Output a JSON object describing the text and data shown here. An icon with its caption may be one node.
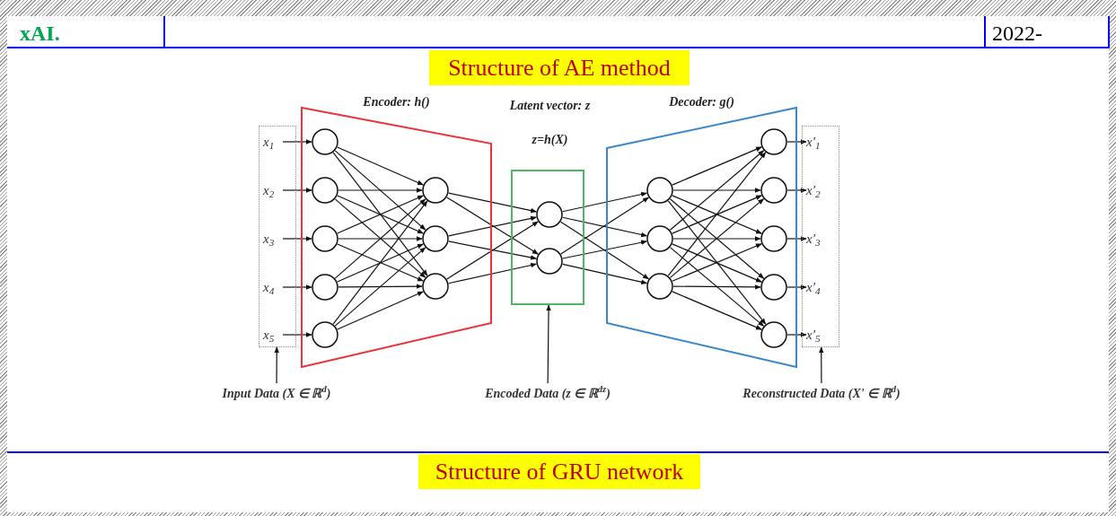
{
  "diagram": {
    "nodes": [
      {
        "text": [],
        "shape": "box"
      },
      {
        "text": [
          "x$_{1}$"
        ],
        "in": 0
      },
      {
        "text": [
          "x$_{2}$"
        ],
        "in": 0
      },
      {
        "text": [
          "x$_{3}$"
        ],
        "in": 0
      },
      {
        "text": [
          "x$_{4}$"
        ],
        "in": 0
      },
      {
        "text": [
          "x$_{5}$"
        ],
        "in": 0
      },
      {
        "text": [
          "Encoder: h()"
        ]
      },
      {
        "text": [],
        "shape": "circle",
        "in": 6
      },
      {
        "text": [],
        "shape": "circle",
        "in": 6
      },
      {
        "text": [],
        "shape": "circle",
        "in": 6
      },
      {
        "text": [],
        "shape": "circle",
        "in": 6
      },
      {
        "text": [],
        "shape": "circle",
        "in": 6
      },
      {
        "text": [],
        "shape": "circle",
        "in": 6
      },
      {
        "text": [],
        "shape": "circle",
        "in": 6
      },
      {
        "text": [],
        "shape": "circle",
        "in": 6
      },
      {
        "text": [
          "Latent vector: z",
          "z=h(X)"
        ]
      },
      {
        "text": [],
        "shape": "circle",
        "in": 15
      },
      {
        "text": [],
        "shape": "circle",
        "in": 15
      },
      {
        "text": [
          "Decoder: g()"
        ]
      },
      {
        "text": [],
        "shape": "circle",
        "in": 18
      },
      {
        "text": [],
        "shape": "circle",
        "in": 18
      },
      {
        "text": [],
        "shape": "circle",
        "in": 18
      },
      {
        "text": [],
        "shape": "circle",
        "in": 18
      },
      {
        "text": [],
        "shape": "circle",
        "in": 18
      },
      {
        "text": [],
        "shape": "circle",
        "in": 18
      },
      {
        "text": [],
        "shape": "circle",
        "in": 18
      },
      {
        "text": [],
        "shape": "circle",
        "in": 18
      },
      {
        "text": [],
        "shape": "box"
      },
      {
        "text": [
          "x'$_{1}$"
        ],
        "in": 27
      },
      {
        "text": [
          "x'$_{2}$"
        ],
        "in": 27
      },
      {
        "text": [
          "x'$_{3}$"
        ],
        "in": 27
      },
      {
        "text": [
          "x'$_{4}$"
        ],
        "in": 27
      },
      {
        "text": [
          "x'$_{5}$"
        ],
        "in": 27
      },
      {
        "text": [
          "Input Data (X ∈ ℝ$^{d}$)"
        ]
      },
      {
        "text": [
          "Encoded Data (z ∈ ℝ$^{dz}$)"
        ]
      },
      {
        "text": [
          "Reconstructed Data (X' ∈ ℝ$^{d}$)"
        ]
      }
    ],
    "edges": [
      {
        "from": 1,
        "to": 7,
        "arrow": "to"
      },
      {
        "from": 2,
        "to": 8,
        "arrow": "to"
      },
      {
        "from": 3,
        "to": 9,
        "arrow": "to"
      },
      {
        "from": 4,
        "to": 10,
        "arrow": "to"
      },
      {
        "from": 5,
        "to": 11,
        "arrow": "to"
      },
      {
        "from": 7,
        "to": 12,
        "arrow": "to"
      },
      {
        "from": 7,
        "to": 13,
        "arrow": "to"
      },
      {
        "from": 7,
        "to": 14,
        "arrow": "to"
      },
      {
        "from": 8,
        "to": 12,
        "arrow": "to"
      },
      {
        "from": 8,
        "to": 13,
        "arrow": "to"
      },
      {
        "from": 8,
        "to": 14,
        "arrow": "to"
      },
      {
        "from": 9,
        "to": 12,
        "arrow": "to"
      },
      {
        "from": 9,
        "to": 13,
        "arrow": "to"
      },
      {
        "from": 9,
        "to": 14,
        "arrow": "to"
      },
      {
        "from": 10,
        "to": 12,
        "arrow": "to"
      },
      {
        "from": 10,
        "to": 13,
        "arrow": "to"
      },
      {
        "from": 10,
        "to": 14,
        "arrow": "to"
      },
      {
        "from": 11,
        "to": 12,
        "arrow": "to"
      },
      {
        "from": 11,
        "to": 13,
        "arrow": "to"
      },
      {
        "from": 11,
        "to": 14,
        "arrow": "to"
      },
      {
        "from": 12,
        "to": 16,
        "arrow": "to"
      },
      {
        "from": 12,
        "to": 17,
        "arrow": "to"
      },
      {
        "from": 13,
        "to": 16,
        "arrow": "to"
      },
      {
        "from": 13,
        "to": 17,
        "arrow": "to"
      },
      {
        "from": 14,
        "to": 16,
        "arrow": "to"
      },
      {
        "from": 14,
        "to": 17,
        "arrow": "to"
      },
      {
        "from": 16,
        "to": 19,
        "arrow": "to"
      },
      {
        "from": 16,
        "to": 20,
        "arrow": "to"
      },
      {
        "from": 16,
        "to": 21,
        "arrow": "to"
      },
      {
        "from": 17,
        "to": 19,
        "arrow": "to"
      },
      {
        "from": 17,
        "to": 20,
        "arrow": "to"
      },
      {
        "from": 17,
        "to": 21,
        "arrow": "to"
      },
      {
        "from": 19,
        "to": 22,
        "arrow": "to"
      },
      {
        "from": 19,
        "to": 23,
        "arrow": "to"
      },
      {
        "from": 19,
        "to": 24,
        "arrow": "to"
      },
      {
        "from": 19,
        "to": 25,
        "arrow": "to"
      },
      {
        "from": 19,
        "to": 26,
        "arrow": "to"
      },
      {
        "from": 20,
        "to": 22,
        "arrow": "to"
      },
      {
        "from": 20,
        "to": 23,
        "arrow": "to"
      },
      {
        "from": 20,
        "to": 24,
        "arrow": "to"
      },
      {
        "from": 20,
        "to": 25,
        "arrow": "to"
      },
      {
        "from": 20,
        "to": 26,
        "arrow": "to"
      },
      {
        "from": 21,
        "to": 22,
        "arrow": "to"
      },
      {
        "from": 21,
        "to": 23,
        "arrow": "to"
      },
      {
        "from": 21,
        "to": 24,
        "arrow": "to"
      },
      {
        "from": 21,
        "to": 25,
        "arrow": "to"
      },
      {
        "from": 21,
        "to": 26,
        "arrow": "to"
      },
      {
        "from": 22,
        "to": 28,
        "arrow": "to"
      },
      {
        "from": 23,
        "to": 29,
        "arrow": "to"
      },
      {
        "from": 24,
        "to": 30,
        "arrow": "to"
      },
      {
        "from": 25,
        "to": 31,
        "arrow": "to"
      },
      {
        "from": 26,
        "to": 32,
        "arrow": "to"
      },
      {
        "from": 33,
        "to": 0,
        "arrow": "to"
      },
      {
        "from": 34,
        "to": 15,
        "arrow": "to"
      },
      {
        "from": 35,
        "to": 27,
        "arrow": "to"
      }
    ],
    "labels": [
      "xAI.",
      "2022-",
      "Structure of AE method",
      "Structure of GRU network"
    ]
  }
}
